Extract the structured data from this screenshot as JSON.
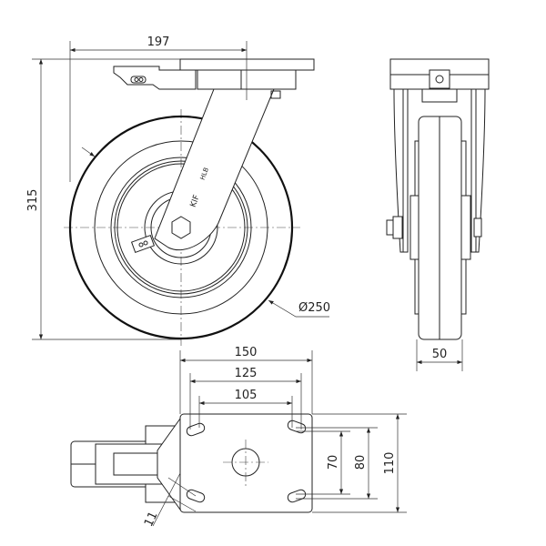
{
  "title": "Swivel caster with brake – technical drawing",
  "dimensions": {
    "offset": "197",
    "overall_height": "315",
    "wheel_diameter": "Ø250",
    "wheel_width": "50",
    "plate_length": "150",
    "bolt_spacing_outer_x": "125",
    "bolt_spacing_inner_x": "105",
    "bolt_spacing_inner_y": "70",
    "bolt_spacing_outer_y": "80",
    "plate_width": "110",
    "bolt_hole": "11"
  },
  "colors": {
    "line": "#222222",
    "background": "#ffffff"
  }
}
